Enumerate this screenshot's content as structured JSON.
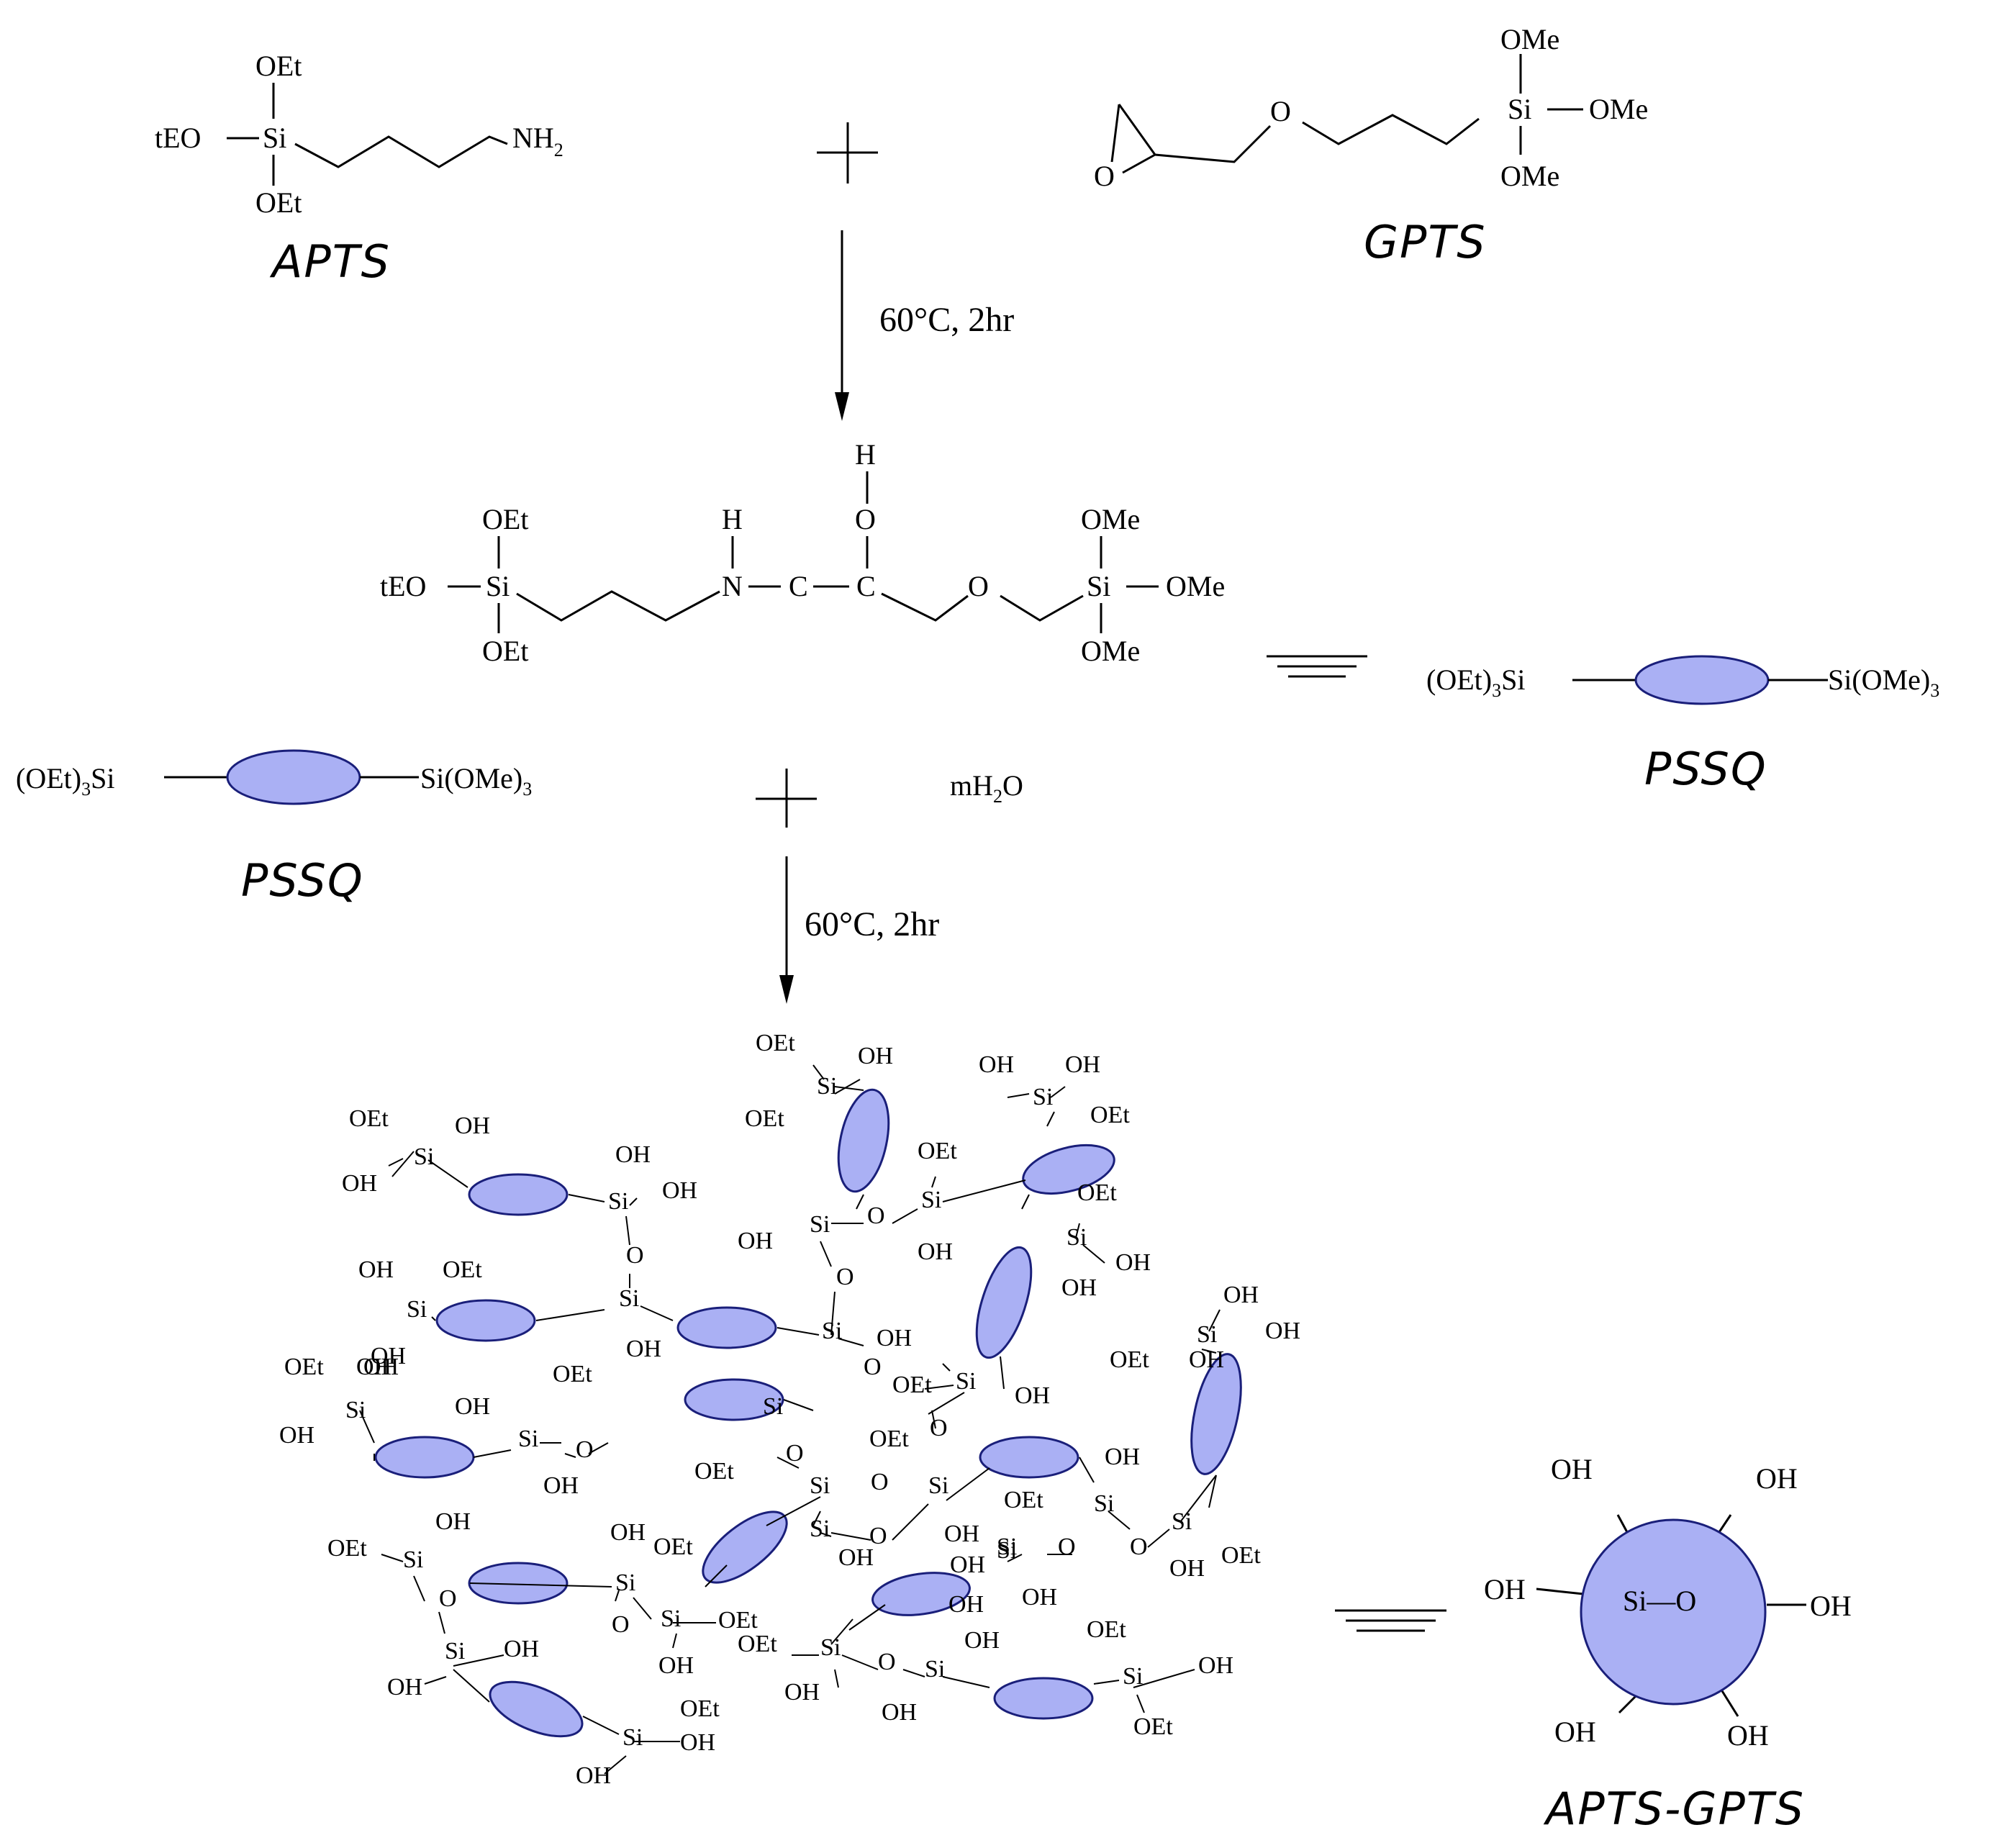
{
  "reactants": {
    "apts": {
      "name": "APTS",
      "oet_top": "OEt",
      "teo": "tEO",
      "si": "Si",
      "oet_bottom": "OEt",
      "nh": "NH",
      "nh_sub": "2"
    },
    "plus": "+",
    "gpts": {
      "name": "GPTS",
      "epoxide_o": "O",
      "ether_o": "O",
      "si": "Si",
      "ome_top": "OMe",
      "ome_right": "OMe",
      "ome_bottom": "OMe"
    }
  },
  "step1": {
    "condition": "60°C, 2hr"
  },
  "adduct": {
    "oet_top": "OEt",
    "teo": "tEO",
    "si_left": "Si",
    "oet_bottom": "OEt",
    "h_n": "H",
    "n": "N",
    "c1": "C",
    "c2": "C",
    "o_h": "O",
    "h_o": "H",
    "o_ether": "O",
    "si_right": "Si",
    "ome_top": "OMe",
    "ome_right": "OMe",
    "ome_bottom": "OMe",
    "equiv": "≡",
    "pssq_left": "(OEt)",
    "pssq_left_sub": "3",
    "pssq_left_si": "Si",
    "pssq_right": "Si(OMe)",
    "pssq_right_sub": "3",
    "pssq_name": "PSSQ"
  },
  "step2": {
    "pssq_left": "(OEt)",
    "pssq_left_sub": "3",
    "pssq_left_si": "Si",
    "pssq_right": "Si(OMe)",
    "pssq_right_sub": "3",
    "pssq_name": "PSSQ",
    "plus": "+",
    "water": "mH",
    "water_sub": "2",
    "water_o": "O",
    "condition": "60°C, 2hr"
  },
  "product": {
    "name": "APTS-GPTS",
    "core_label": "Si—O",
    "oh": "OH",
    "labels": {
      "oet": "OEt",
      "oh": "OH",
      "si": "Si",
      "o": "O"
    }
  }
}
